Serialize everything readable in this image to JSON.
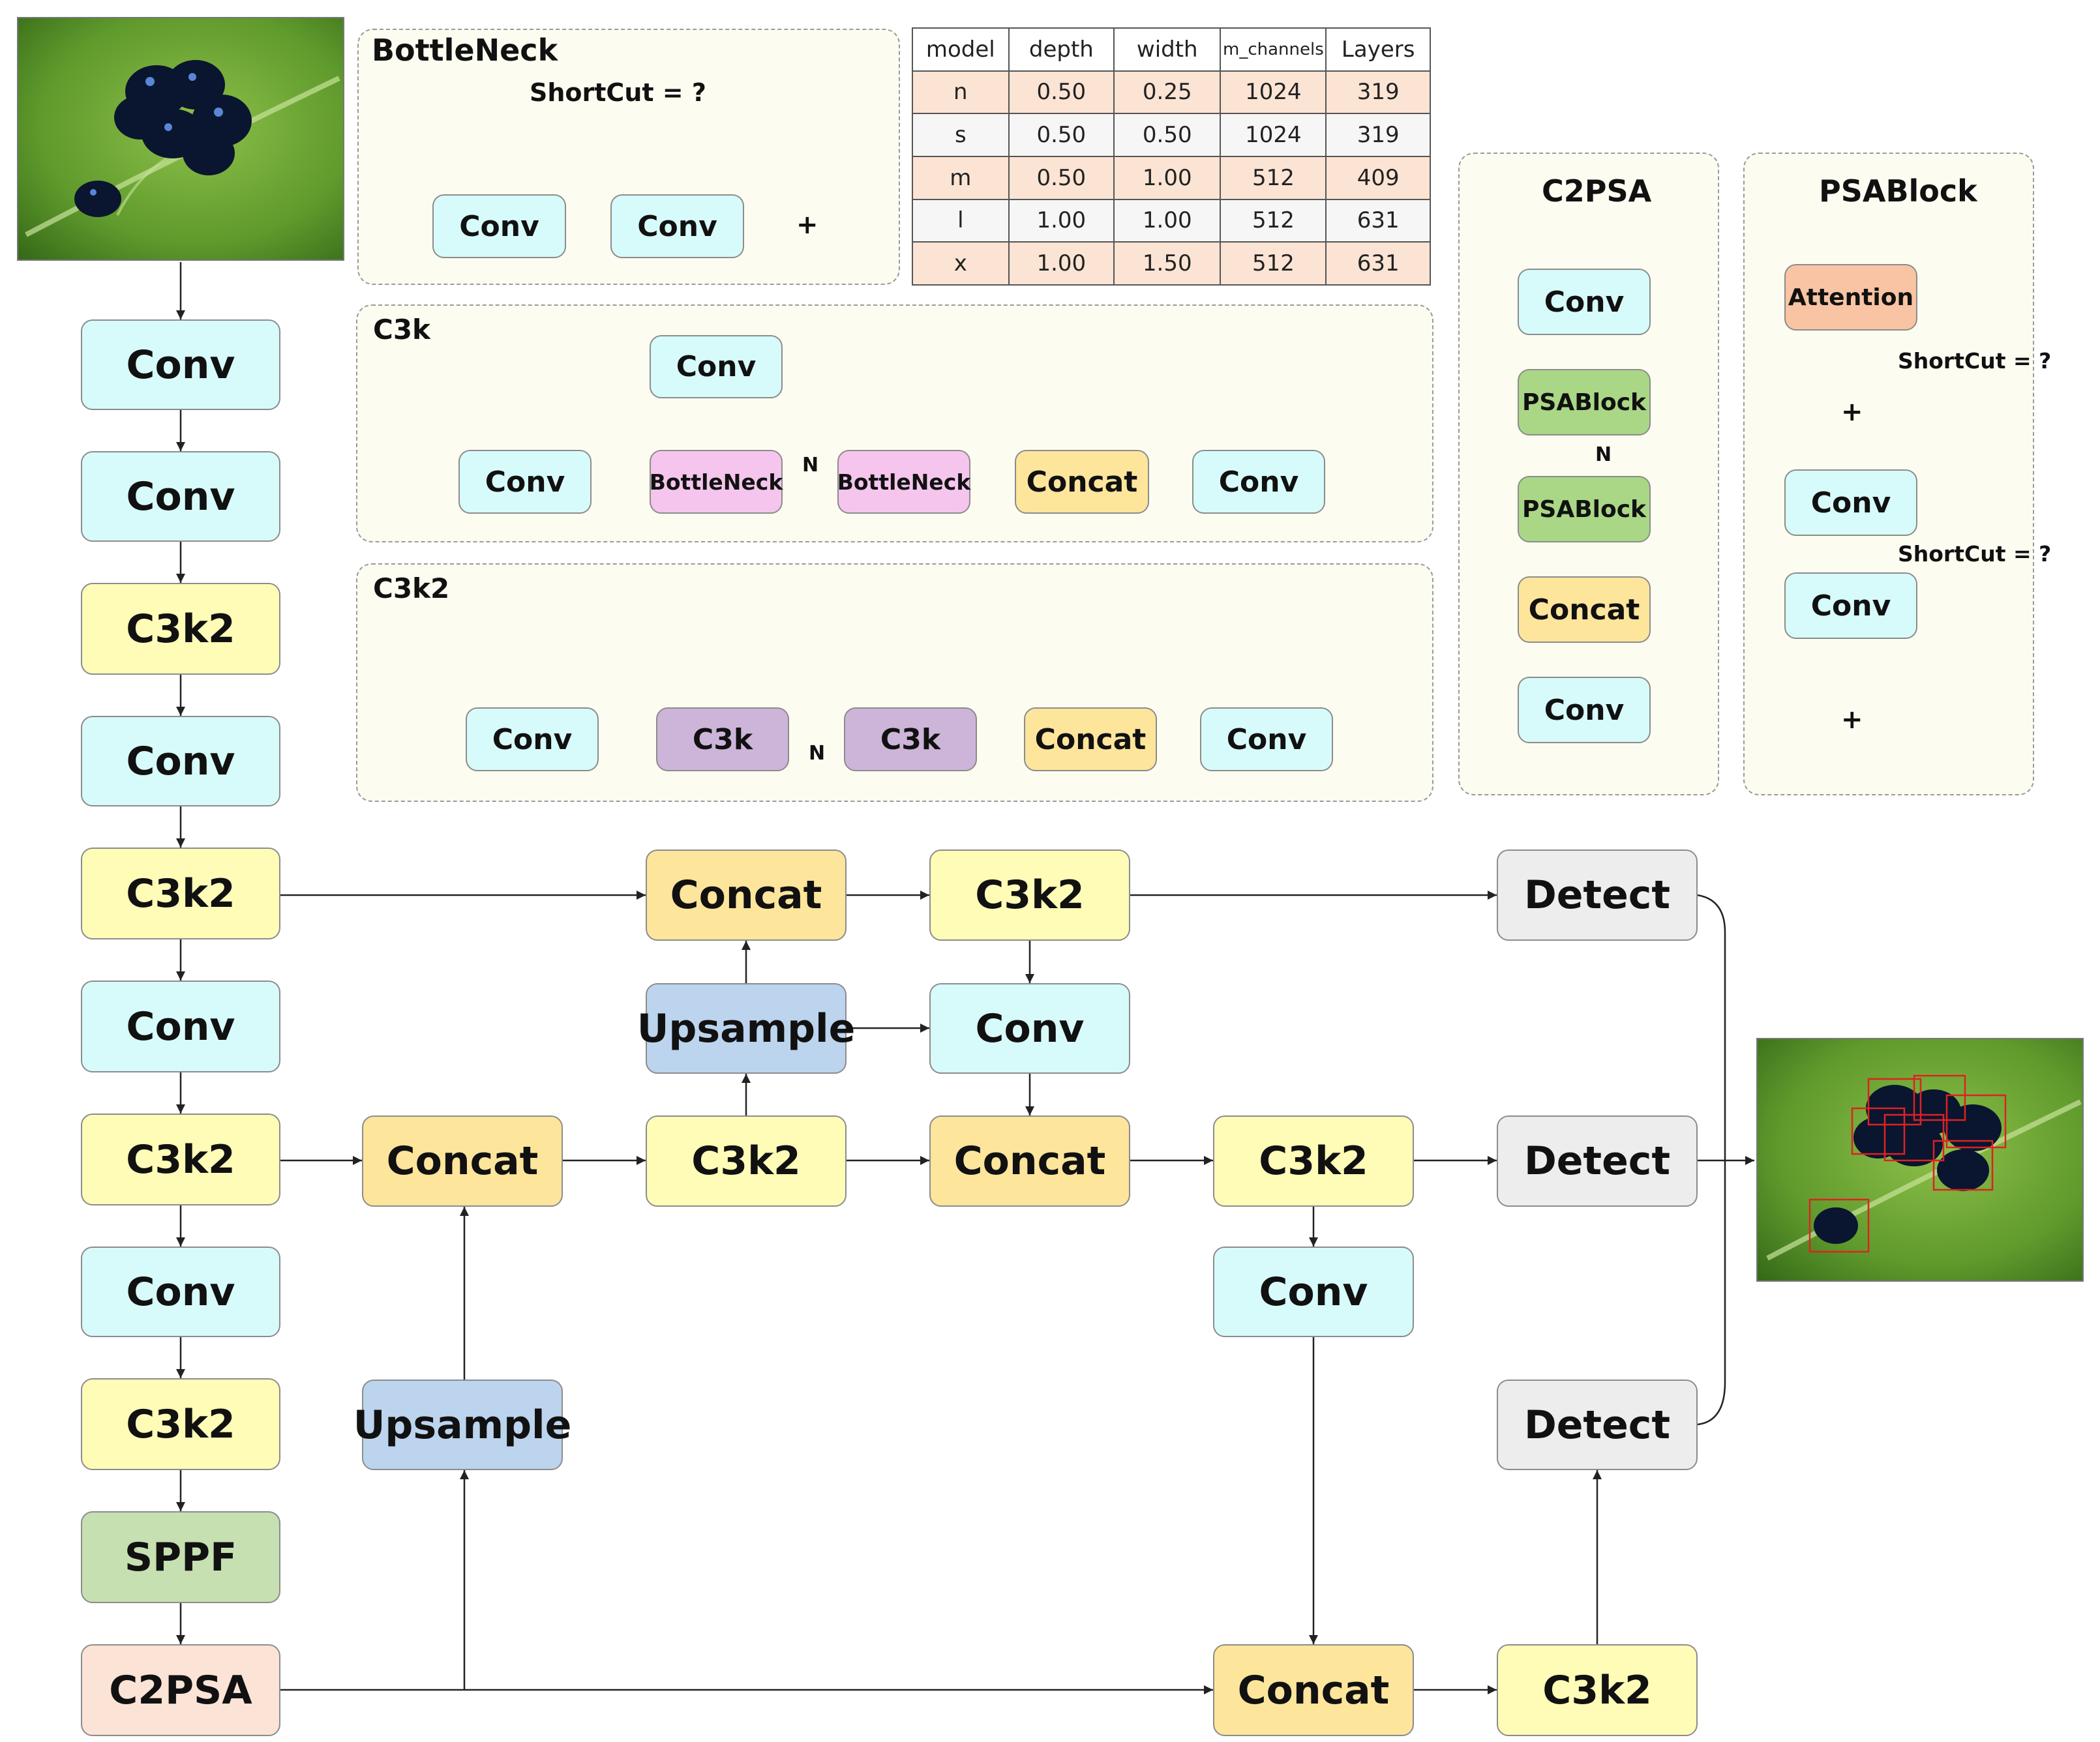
{
  "colors": {
    "conv": "#d7fbfa",
    "c3k2": "#fffcb8",
    "concat": "#fde59c",
    "upsample": "#bcd4ee",
    "detect": "#ededed",
    "sppf": "#c6e0b1",
    "c2psa": "#fbe3d6",
    "bottleneck": "#f5c5ee",
    "c3k": "#ccb5d9",
    "psablock": "#a9d786",
    "attention": "#f8c4a3"
  },
  "backbone": [
    "Conv",
    "Conv",
    "C3k2",
    "Conv",
    "C3k2",
    "Conv",
    "C3k2",
    "Conv",
    "C3k2",
    "SPPF",
    "C2PSA"
  ],
  "neck": {
    "col1_concat": "Concat",
    "col1_upsample": "Upsample",
    "col2_concat": "Concat",
    "col2_upsample": "Upsample",
    "col2_c3k2": "C3k2",
    "col3_c3k2": "C3k2",
    "col3_conv": "Conv",
    "col3_concat": "Concat",
    "col4_c3k2": "C3k2",
    "col4_conv": "Conv",
    "col4_concat": "Concat",
    "col5_c3k2": "C3k2",
    "detect": [
      "Detect",
      "Detect",
      "Detect"
    ]
  },
  "bottleneck": {
    "title": "BottleNeck",
    "shortcut": "ShortCut = ?",
    "blocks": [
      "Conv",
      "Conv"
    ],
    "plus": "+"
  },
  "c3k": {
    "title": "C3k",
    "top_conv": "Conv",
    "blocks": [
      "Conv",
      "BottleNeck",
      "BottleNeck",
      "Concat",
      "Conv"
    ],
    "n_label": "N"
  },
  "c3k2": {
    "title": "C3k2",
    "blocks": [
      "Conv",
      "C3k",
      "C3k",
      "Concat",
      "Conv"
    ],
    "n_label": "N"
  },
  "c2psa": {
    "title": "C2PSA",
    "blocks": [
      "Conv",
      "PSABlock",
      "PSABlock",
      "Concat",
      "Conv"
    ],
    "n_label": "N"
  },
  "psablock": {
    "title": "PSABlock",
    "attention": "Attention",
    "blocks": [
      "Conv",
      "Conv"
    ],
    "shortcut1": "ShortCut = ?",
    "shortcut2": "ShortCut = ?",
    "plus": "+"
  },
  "table": {
    "headers": [
      "model",
      "depth",
      "width",
      "m_channels",
      "Layers"
    ],
    "rows": [
      [
        "n",
        "0.50",
        "0.25",
        "1024",
        "319"
      ],
      [
        "s",
        "0.50",
        "0.50",
        "1024",
        "319"
      ],
      [
        "m",
        "0.50",
        "1.00",
        "512",
        "409"
      ],
      [
        "l",
        "1.00",
        "1.00",
        "512",
        "631"
      ],
      [
        "x",
        "1.00",
        "1.50",
        "512",
        "631"
      ]
    ]
  }
}
